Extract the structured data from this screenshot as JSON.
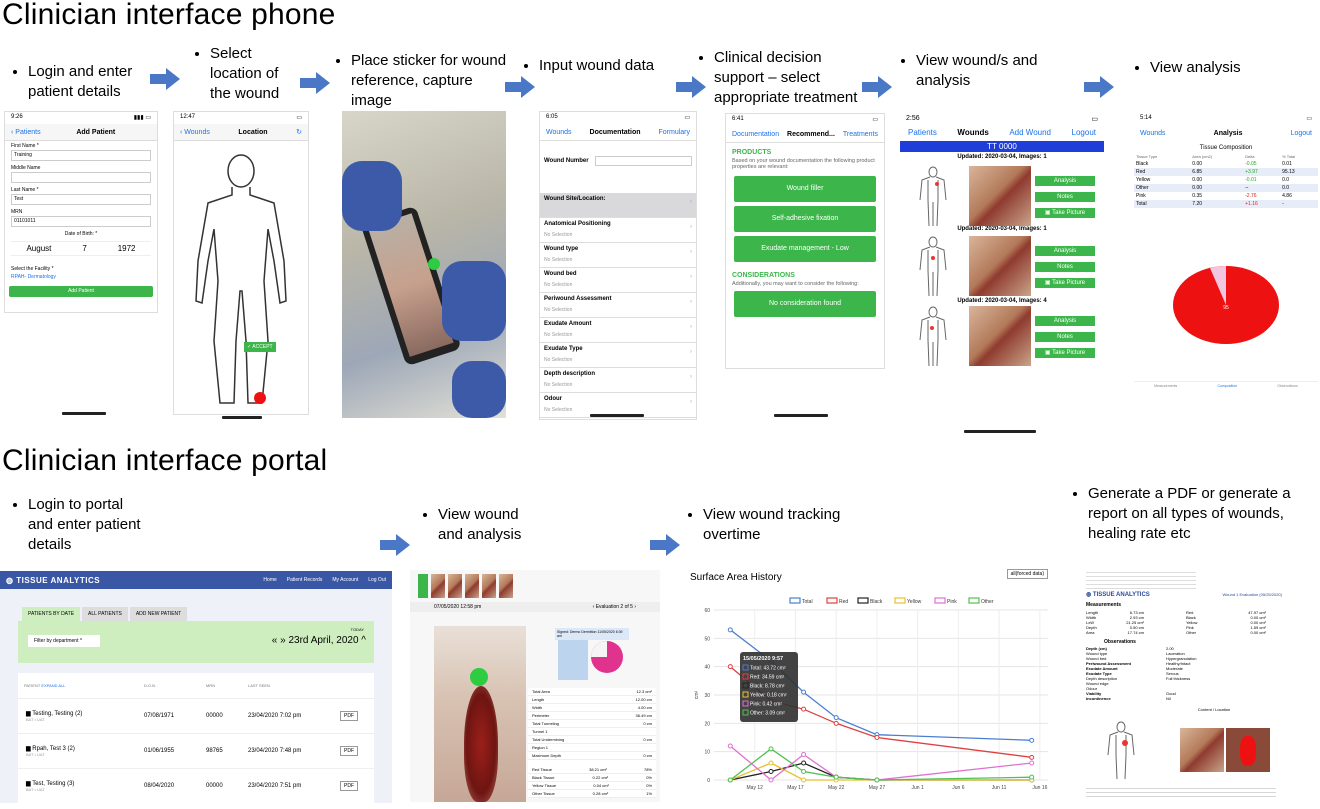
{
  "headings": {
    "phone": "Clinician interface phone",
    "portal": "Clinician interface portal"
  },
  "phone_steps": [
    {
      "text": "Login and enter patient details"
    },
    {
      "text": "Select location of the wound"
    },
    {
      "text": "Place sticker for wound reference, capture image"
    },
    {
      "text": "Input wound data"
    },
    {
      "text": "Clinical decision support – select appropriate treatment"
    },
    {
      "text": "View wound/s and analysis"
    },
    {
      "text": "View analysis"
    }
  ],
  "portal_steps": [
    {
      "text": "Login to portal and enter patient details"
    },
    {
      "text": "View wound and analysis"
    },
    {
      "text": "View wound tracking overtime"
    },
    {
      "text": "Generate a PDF or generate a report on all types of wounds, healing rate etc"
    }
  ],
  "screen1": {
    "time": "9:26",
    "back": "Patients",
    "title": "Add Patient",
    "first_name_label": "First Name *",
    "first_name": "Training",
    "middle_name_label": "Middle Name",
    "last_name_label": "Last Name *",
    "last_name": "Test",
    "mrn_label": "MRN",
    "mrn": "01101011",
    "dob_label": "Date of Birth: *",
    "dob_month": "August",
    "dob_day": "7",
    "dob_year": "1972",
    "facility_label": "Select the Facility *",
    "facility": "RPAH- Dermatology",
    "add_button": "Add Patient"
  },
  "screen2": {
    "time": "12:47",
    "back": "Wounds",
    "title": "Location",
    "accept": "✓ ACCEPT"
  },
  "screen4": {
    "time": "6:05",
    "back": "Wounds",
    "title": "Documentation",
    "right": "Formulary",
    "wound_number": "Wound Number",
    "rows": [
      {
        "label": "Wound Site/Location:",
        "sub": ""
      },
      {
        "label": "Anatomical Positioning",
        "sub": "No Selection"
      },
      {
        "label": "Wound type",
        "sub": "No Selection"
      },
      {
        "label": "Wound bed",
        "sub": "No Selection"
      },
      {
        "label": "Periwound Assessment",
        "sub": "No Selection"
      },
      {
        "label": "Exudate Amount",
        "sub": "No Selection"
      },
      {
        "label": "Exudate Type",
        "sub": "No Selection"
      },
      {
        "label": "Depth description",
        "sub": "No Selection"
      },
      {
        "label": "Odour",
        "sub": "No Selection"
      }
    ]
  },
  "screen5": {
    "time": "6:41",
    "back": "Documentation",
    "title": "Recommend...",
    "right": "Treatments",
    "products": "PRODUCTS",
    "products_desc": "Based on your wound documentation the following product properties are relevant:",
    "buttons": [
      "Wound filler",
      "Self-adhesive fixation",
      "Exudate management - Low"
    ],
    "considerations": "CONSIDERATIONS",
    "considerations_desc": "Additionally, you may want to consider the following:",
    "none": "No consideration found"
  },
  "screen6": {
    "time": "2:56",
    "back": "Patients",
    "title": "Wounds",
    "add": "Add Wound",
    "logout": "Logout",
    "patient": "TT 0000",
    "wounds": [
      {
        "updated": "Updated: 2020-03-04, Images: 1"
      },
      {
        "updated": "Updated: 2020-03-04, Images: 1"
      },
      {
        "updated": "Updated: 2020-03-04, Images: 4"
      }
    ],
    "btn_analysis": "Analysis",
    "btn_notes": "Notes",
    "btn_picture": "Take Picture"
  },
  "screen7": {
    "time": "5:14",
    "back": "Wounds",
    "title": "Analysis",
    "logout": "Logout",
    "table_title": "Tissue Composition",
    "headers": [
      "Tissue Type",
      "Area (cm2)",
      "Delta",
      "% Total"
    ],
    "rows": [
      [
        "Black",
        "0.00",
        "-0.05",
        "0.01"
      ],
      [
        "Red",
        "6.85",
        "+3.97",
        "95.13"
      ],
      [
        "Yellow",
        "0.00",
        "-0.01",
        "0.0"
      ],
      [
        "Other",
        "0.00",
        "--",
        "0.0"
      ],
      [
        "Pink",
        "0.35",
        "-2.76",
        "4.86"
      ],
      [
        "Total",
        "7.20",
        "+1.16",
        "-"
      ]
    ],
    "pie_label": "95",
    "pie_colors": {
      "red": "#ee1111",
      "pink": "#f2c6e0"
    },
    "tabs": [
      "Measurements",
      "Composition",
      "Observations"
    ]
  },
  "portal1": {
    "brand": "TISSUE ANALYTICS",
    "nav": [
      "Home",
      "Patient Records",
      "My Account",
      "Log Out"
    ],
    "tabs": [
      "PATIENTS BY DATE",
      "ALL PATIENTS",
      "ADD NEW PATIENT"
    ],
    "filter": "Filter by department",
    "date": "23rd April, 2020",
    "today": "TODAY",
    "columns": [
      "PATIENT",
      "D.O.B.",
      "MRN",
      "LAST SEEN"
    ],
    "expand_all": "EXPAND ALL",
    "patients": [
      {
        "name": "Testing, Testing (2)",
        "sub": "BAT • UAT",
        "dob": "07/08/1971",
        "mrn": "00000",
        "seen": "23/04/2020 7:02 pm"
      },
      {
        "name": "Rpah, Test 3 (2)",
        "sub": "BAT • UAT",
        "dob": "01/06/1955",
        "mrn": "98765",
        "seen": "23/04/2020 7:48 pm"
      },
      {
        "name": "Test, Testing (3)",
        "sub": "BAT • UAT",
        "dob": "08/04/2020",
        "mrn": "00000",
        "seen": "23/04/2020 7:51 pm"
      }
    ],
    "pdf": "PDF"
  },
  "portal2": {
    "date": "07/05/2020 12:58 pm",
    "eval": "Evaluation 2 of 5",
    "signed": "Signed: Dermo Dermitton 11/05/2020 6:39 am",
    "metrics": [
      [
        "Total Area",
        "12.3 cm²"
      ],
      [
        "Length",
        "12.00 cm"
      ],
      [
        "Width",
        "4.00 cm"
      ],
      [
        "Perimeter",
        "36.49 cm"
      ],
      [
        "Total Tunneling",
        "0 cm"
      ],
      [
        "Tunnel 1",
        ""
      ],
      [
        "Total Undermining",
        "0 cm"
      ],
      [
        "Region 1",
        ""
      ],
      [
        "Maximum Depth",
        "0 cm"
      ],
      [
        "Red Tissue",
        "38.21 cm²",
        "78%"
      ],
      [
        "Black Tissue",
        "0.22 cm²",
        "0%"
      ],
      [
        "Yellow Tissue",
        "0.04 cm²",
        "0%"
      ],
      [
        "Other Tissue",
        "0.28 cm²",
        "1%"
      ]
    ]
  },
  "chart_data": {
    "type": "line",
    "title": "Surface Area History",
    "ylabel": "cm²",
    "dropdown": "all(forced data)",
    "categories": [
      "May 12",
      "May 17",
      "May 22",
      "May 27",
      "Jun 1",
      "Jun 6",
      "Jun 11",
      "Jun 16"
    ],
    "ylim": [
      0,
      60
    ],
    "yticks": [
      0,
      10,
      20,
      30,
      40,
      50,
      60
    ],
    "series": [
      {
        "name": "Total",
        "color": "#4a7fd0",
        "points": [
          [
            -3,
            53
          ],
          [
            2,
            42
          ],
          [
            6,
            31
          ],
          [
            10,
            22
          ],
          [
            15,
            16
          ],
          [
            34,
            14
          ]
        ]
      },
      {
        "name": "Red",
        "color": "#e04040",
        "points": [
          [
            -3,
            40
          ],
          [
            2,
            28
          ],
          [
            6,
            25
          ],
          [
            10,
            20
          ],
          [
            15,
            15
          ],
          [
            34,
            8
          ]
        ]
      },
      {
        "name": "Black",
        "color": "#222222",
        "points": [
          [
            -3,
            0
          ],
          [
            2,
            3
          ],
          [
            6,
            6
          ],
          [
            10,
            1
          ],
          [
            15,
            0
          ],
          [
            34,
            0
          ]
        ]
      },
      {
        "name": "Yellow",
        "color": "#e8c030",
        "points": [
          [
            -3,
            0
          ],
          [
            2,
            6
          ],
          [
            6,
            0
          ],
          [
            10,
            0
          ],
          [
            15,
            0
          ],
          [
            34,
            0
          ]
        ]
      },
      {
        "name": "Pink",
        "color": "#e070d0",
        "points": [
          [
            -3,
            12
          ],
          [
            2,
            0
          ],
          [
            6,
            9
          ],
          [
            10,
            1
          ],
          [
            15,
            0
          ],
          [
            34,
            6
          ]
        ]
      },
      {
        "name": "Other",
        "color": "#50c050",
        "points": [
          [
            -3,
            0
          ],
          [
            2,
            11
          ],
          [
            6,
            3
          ],
          [
            10,
            1
          ],
          [
            15,
            0
          ],
          [
            34,
            1
          ]
        ]
      }
    ],
    "tooltip": {
      "title": "15/05/2020 9:57",
      "lines": [
        "Total: 43.72 cm²",
        "Red: 34.59 cm²",
        "Black: 8.78 cm²",
        "Yellow: 0.18 cm²",
        "Pink: 0.42 cm²",
        "Other: 3.09 cm²"
      ]
    }
  },
  "portal4": {
    "brand": "TISSUE ANALYTICS",
    "report_title": "Wound 1 Evaluation (05/25/2020)",
    "measurements": "Measurements",
    "observations": "Observations",
    "left_labels": [
      "Length",
      "Width",
      "LxW",
      "Depth",
      "Area"
    ],
    "left_values": [
      "6.73 cm",
      "2.93 cm",
      "21.25 cm²",
      "0.50 cm",
      "17.74 cm"
    ],
    "right_labels": [
      "Red",
      "Black",
      "Yellow",
      "Pink",
      "Other"
    ],
    "right_values": [
      "47.97 cm²",
      "0.00 cm²",
      "0.00 cm²",
      "1.59 cm²",
      "0.00 cm²"
    ],
    "obs_labels": [
      "Depth (cm)",
      "Wound type",
      "Wound bed",
      "Periwound Assessment",
      "Exudate Amount",
      "Exudate Type",
      "Depth description",
      "Wound edge",
      "Odour",
      "Viability",
      "Incontinence"
    ],
    "obs_values": [
      "2.00",
      "Laceration",
      "Hypergranulation",
      "Healthy/Intact",
      "Moderate",
      "Serous",
      "Full thickness",
      "",
      "",
      "Good",
      "Nil"
    ],
    "content": "Content / Location"
  }
}
